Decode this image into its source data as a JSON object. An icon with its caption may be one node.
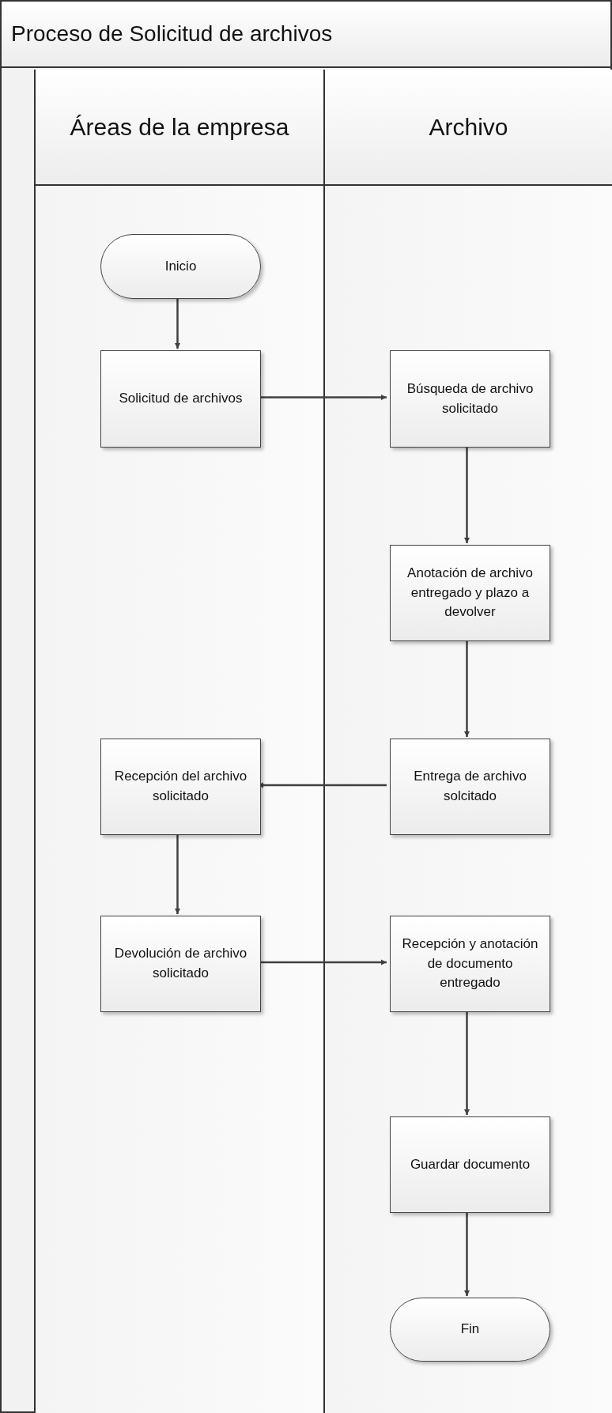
{
  "diagram": {
    "nodes": [
      {
        "text": [
          "Proceso de Solicitud de archivos"
        ]
      },
      {
        "text": [
          "Áreas de la empresa"
        ],
        "in": 0
      },
      {
        "text": [
          "Archivo"
        ],
        "in": 0
      },
      {
        "text": [
          "Inicio"
        ],
        "in": 1
      },
      {
        "text": [
          "Solicitud de archivos"
        ],
        "in": 1
      },
      {
        "text": [
          "Búsqueda de archivo solicitado"
        ],
        "in": 2
      },
      {
        "text": [
          "Anotación de archivo entregado y plazo a devolver"
        ],
        "in": 2
      },
      {
        "text": [
          "Recepción del archivo solicitado"
        ],
        "in": 1
      },
      {
        "text": [
          "Entrega de archivo solcitado"
        ],
        "in": 2
      },
      {
        "text": [
          "Devolución de archivo solicitado"
        ],
        "in": 1
      },
      {
        "text": [
          "Recepción y anotación de documento entregado"
        ],
        "in": 2
      },
      {
        "text": [
          "Guardar documento"
        ],
        "in": 2
      },
      {
        "text": [
          "Fin"
        ],
        "in": 2
      }
    ],
    "edges": [
      {
        "from": 3,
        "to": 4,
        "arrow": "to"
      },
      {
        "from": 4,
        "to": 5,
        "arrow": "to"
      },
      {
        "from": 5,
        "to": 6,
        "arrow": "to"
      },
      {
        "from": 6,
        "to": 8,
        "arrow": "to"
      },
      {
        "from": 8,
        "to": 7,
        "arrow": "to"
      },
      {
        "from": 7,
        "to": 9,
        "arrow": "to"
      },
      {
        "from": 9,
        "to": 10,
        "arrow": "to"
      },
      {
        "from": 10,
        "to": 11,
        "arrow": "to"
      },
      {
        "from": 11,
        "to": 12,
        "arrow": "to"
      }
    ]
  }
}
